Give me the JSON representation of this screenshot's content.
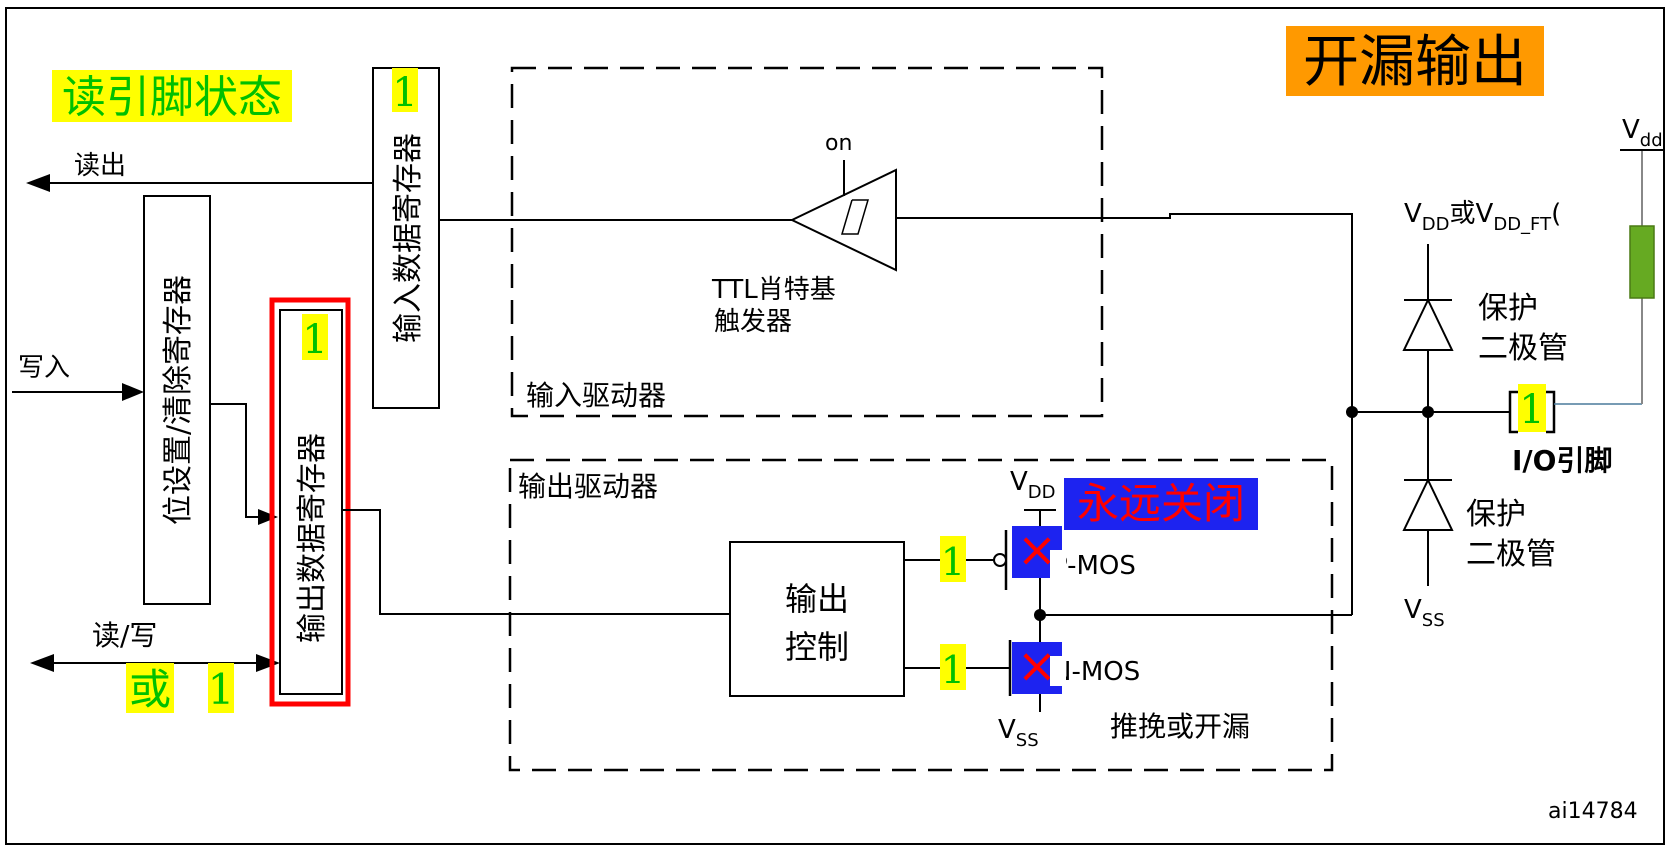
{
  "title": "开漏输出",
  "read_pin_label": "读引脚状态",
  "read_out_label": "读出",
  "write_in_label": "写入",
  "read_write_label": "读/写",
  "or_label": "或",
  "one": "1",
  "bit_set_clear_register": "位设置/清除寄存器",
  "input_data_register": "输入数据寄存器",
  "output_data_register": "输出数据寄存器",
  "on_label": "on",
  "ttl_schmitt_line1": "TTL肖特基",
  "ttl_schmitt_line2": "触发器",
  "input_driver": "输入驱动器",
  "output_driver": "输出驱动器",
  "output_control_line1": "输出",
  "output_control_line2": "控制",
  "vdd_label_main": "V",
  "vdd_label_sub": "DD",
  "vss_label_main": "V",
  "vss_label_sub": "SS",
  "always_off": "永远关闭",
  "p_mos": "P-MOS",
  "n_mos": "N-MOS",
  "cross_mark": "×",
  "push_pull_open_drain": "推挽或开漏",
  "vdd_or_vddft_p1": "V",
  "vdd_or_vddft_sub1": "DD",
  "vdd_or_vddft_p2": "或V",
  "vdd_or_vddft_sub2": "DD_FT",
  "vdd_or_vddft_p3": "(",
  "protect_diode_line1": "保护",
  "protect_diode_line2": "二极管",
  "io_pin": "I/O引脚",
  "vdd_ext_main": "V",
  "vdd_ext_sub": "dd",
  "figure_id": "ai14784",
  "colors": {
    "highlight_yellow": "#ffff00",
    "label_green": "#00c000",
    "title_bg": "#ff9900",
    "blue_box": "#1d23f0",
    "red": "#ff0000",
    "resistor_green": "#66aa22"
  }
}
